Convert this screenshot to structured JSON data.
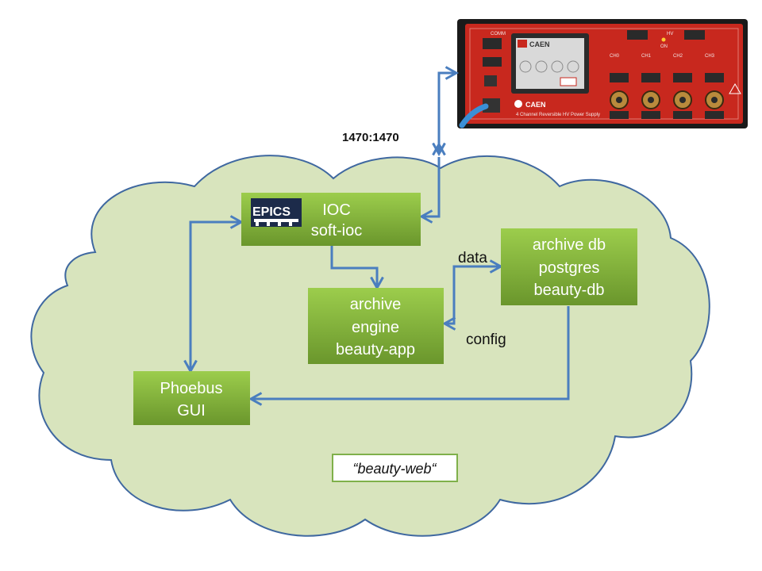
{
  "hardware": {
    "port_label": "1470:1470",
    "brand": "CAEN",
    "screen_brand": "CAEN",
    "subtitle": "4 Channel Reversible HV Power Supply",
    "section_comm": "COMM",
    "section_hv": "HV",
    "section_on": "ON",
    "channels": [
      "CH0",
      "CH1",
      "CH2",
      "CH3"
    ]
  },
  "nodes": {
    "ioc": {
      "lines": [
        "IOC",
        "soft-ioc"
      ],
      "logo": "EPICS"
    },
    "archive_engine": {
      "lines": [
        "archive",
        "engine",
        "beauty-app"
      ]
    },
    "archive_db": {
      "lines": [
        "archive db",
        "postgres",
        "beauty-db"
      ]
    },
    "phoebus": {
      "lines": [
        "Phoebus",
        "GUI"
      ]
    }
  },
  "edge_labels": {
    "data": "data",
    "config": "config"
  },
  "caption": "“beauty-web“",
  "colors": {
    "cloud_fill": "#d8e4bd",
    "cloud_stroke": "#3f68a0",
    "node_top": "#9bcb4b",
    "node_bottom": "#6d9a2e",
    "arrow": "#4a7ebf",
    "device_red": "#c8281e"
  }
}
